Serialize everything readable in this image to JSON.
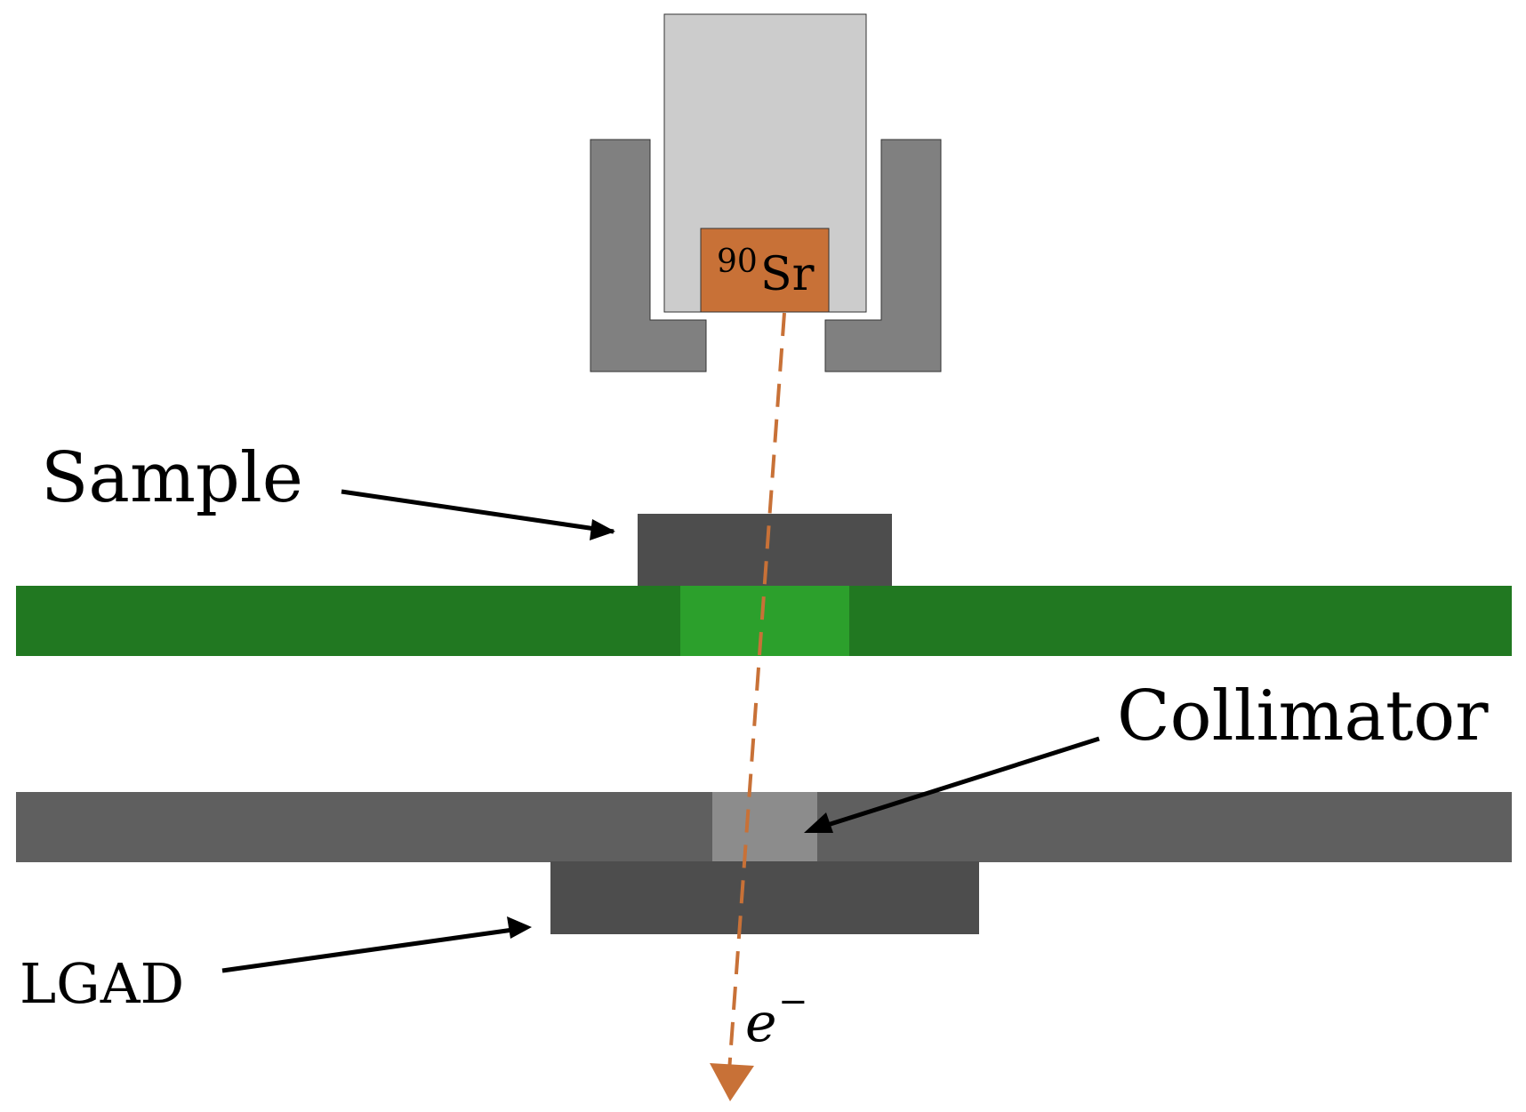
{
  "source": {
    "isotope_mass_number": "90",
    "isotope_symbol": "Sr"
  },
  "labels": {
    "sample": "Sample",
    "collimator": "Collimator",
    "lgad": "LGAD",
    "electron_symbol": "e",
    "electron_charge": "−"
  },
  "colors": {
    "source_holder": "#cccccc",
    "shielding": "#808080",
    "source": "#c87137",
    "beam": "#c87137",
    "sample": "#4d4d4d",
    "pcb": "#217821",
    "pcb_window": "#2ca02c",
    "collimator": "#5f5f5f",
    "collimator_hole": "#8c8c8c",
    "lgad": "#4d4d4d",
    "arrow": "#000000"
  }
}
